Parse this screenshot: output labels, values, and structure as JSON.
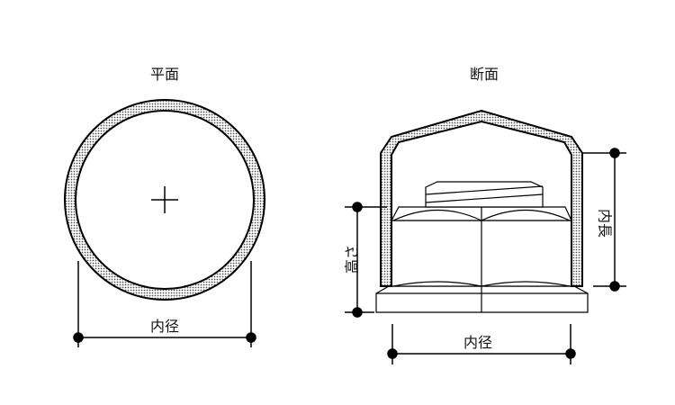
{
  "plan_view": {
    "title": "平面",
    "dimension_label": "内径"
  },
  "section_view": {
    "title": "断面",
    "width_label": "内径",
    "height_label": "高さ",
    "inner_length_label": "内長"
  },
  "colors": {
    "line": "#000000",
    "fill_pattern": "#555555",
    "background": "#ffffff"
  }
}
